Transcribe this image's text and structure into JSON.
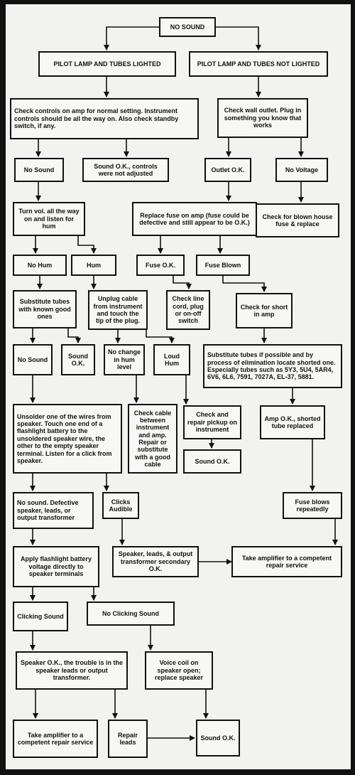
{
  "nodes": {
    "n1": "NO SOUND",
    "n2": "PILOT LAMP AND TUBES LIGHTED",
    "n3": "PILOT LAMP AND TUBES NOT LIGHTED",
    "n4": "Check controls on amp for normal setting. Instrument controls should be all the way on. Also check standby switch, if any.",
    "n5": "Check wall outlet. Plug in something you know that works",
    "n6": "No Sound",
    "n7": "Sound O.K., controls were not adjusted",
    "n8": "Outlet O.K.",
    "n9": "No Voltage",
    "n10": "Turn vol. all the way on and listen for hum",
    "n11": "Replace fuse on amp (fuse could be defective and still appear to be O.K.)",
    "n12": "Check for blown house fuse & replace",
    "n13": "No Hum",
    "n14": "Hum",
    "n15": "Fuse O.K.",
    "n16": "Fuse Blown",
    "n17": "Substitute tubes with known good ones",
    "n18": "Unplug cable from instrument and touch the tip of the plug.",
    "n19": "Check line cord, plug or on-off switch",
    "n20": "Check for short in amp",
    "n21": "No Sound",
    "n22": "Sound O.K.",
    "n23": "No change in hum level",
    "n24": "Loud Hum",
    "n25": "Substitute tubes if possible and by process of elimination locate shorted one. Especially tubes such as 5Y3, 5U4, 5AR4, 6V6, 6L6, 7591, 7027A, EL-37, 5881.",
    "n26": "Unsolder one of the wires from speaker. Touch one end of a flashlight battery to the unsoldered speaker wire, the other to the empty speaker terminal. Listen for a click from speaker.",
    "n27": "Check cable between instrument and amp. Repair or substitute with a good cable",
    "n28": "Check and repair pickup on instrument",
    "n29": "Amp O.K., shorted tube replaced",
    "n30": "Sound O.K.",
    "n31": "No sound. Defective speaker, leads, or output transformer",
    "n32": "Clicks Audible",
    "n33": "Fuse blows repeatedly",
    "n34": "Apply flashlight battery voltage directly to speaker terminals",
    "n35": "Speaker, leads, & output transformer secondary O.K.",
    "n36": "Take amplifier to a competent repair service",
    "n37": "Clicking Sound",
    "n38": "No Clicking Sound",
    "n39": "Speaker O.K., the trouble is in the speaker leads or output transformer.",
    "n40": "Voice coil on speaker open; replace speaker",
    "n41": "Take amplifier to a competent repair service",
    "n42": "Repair leads",
    "n43": "Sound O.K."
  }
}
